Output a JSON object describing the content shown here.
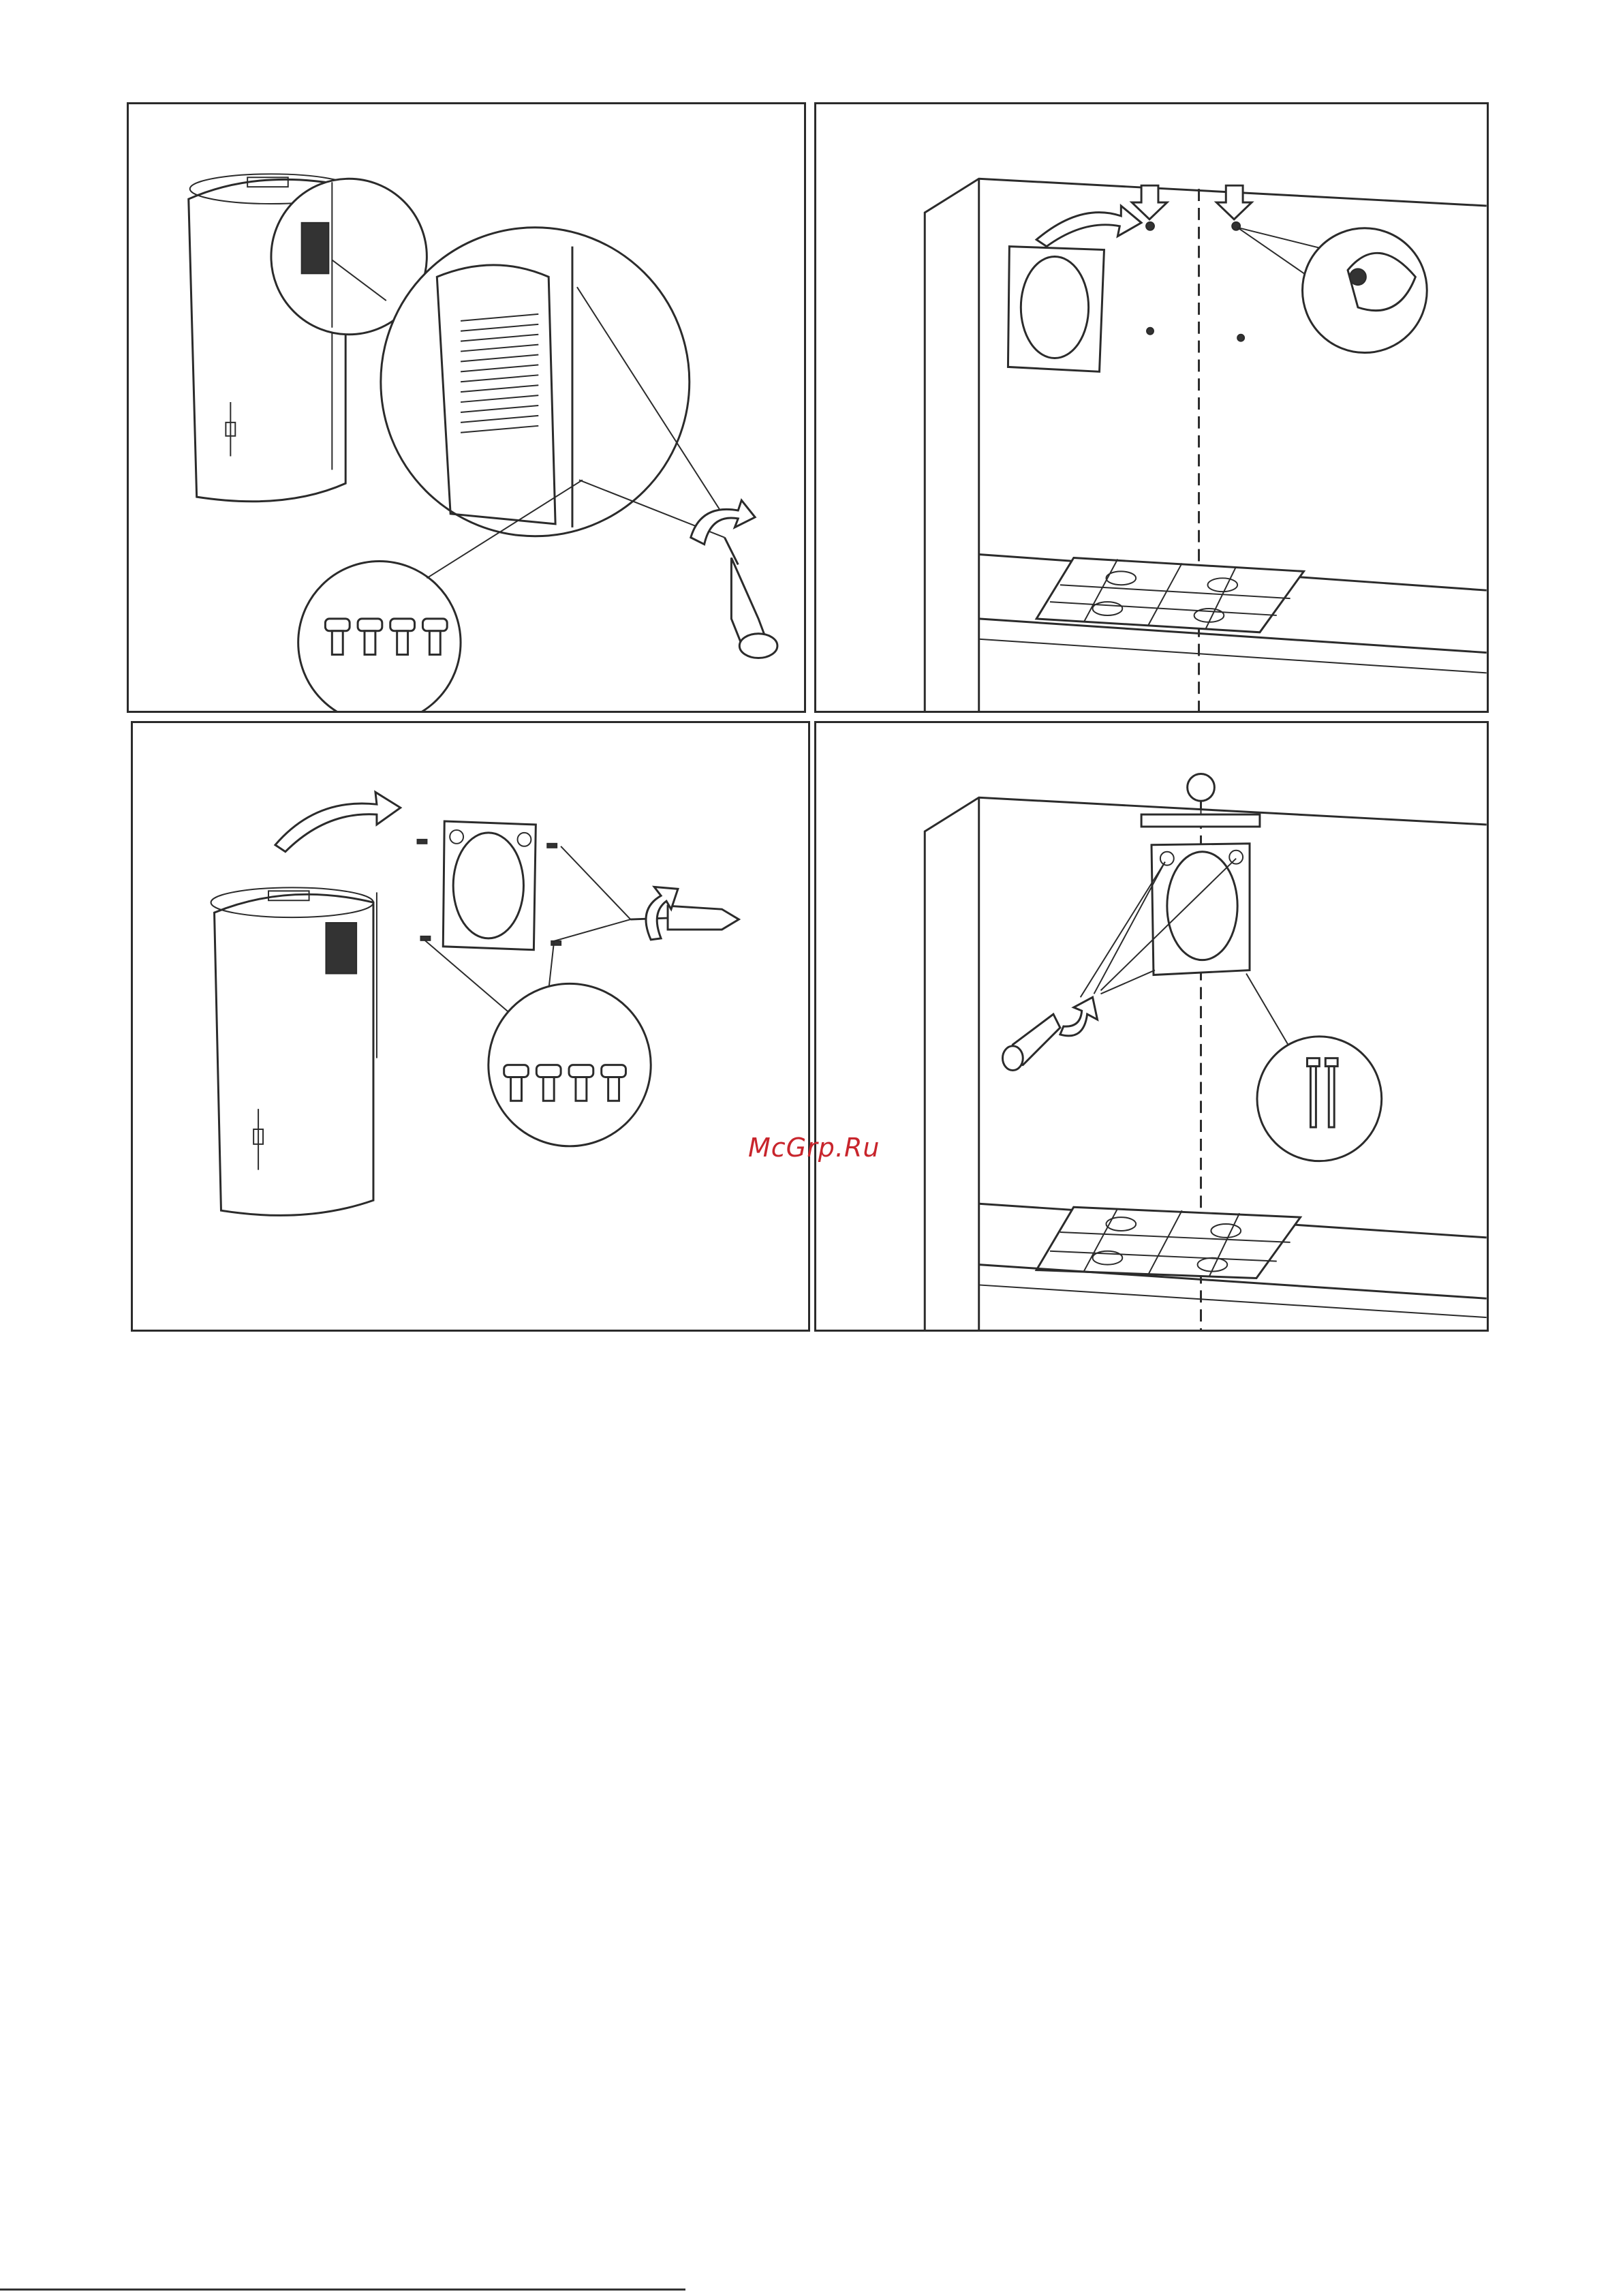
{
  "document": {
    "watermark": "McGrp.Ru",
    "colors": {
      "line": "#2b2b2b",
      "watermark": "#c8252c",
      "background": "#ffffff"
    },
    "panels": [
      {
        "id": "step-remove-screws",
        "icons": [
          "cylindrical-hood",
          "vent-detail-magnifier",
          "screws-magnifier",
          "screwdriver",
          "rotate-arrow"
        ]
      },
      {
        "id": "step-mark-wall",
        "icons": [
          "wall-corner",
          "mounting-plate",
          "down-arrows",
          "plug-magnifier",
          "hob"
        ]
      },
      {
        "id": "step-attach-plate",
        "icons": [
          "cylindrical-hood",
          "mounting-plate",
          "screwdriver",
          "screws-magnifier",
          "curved-arrow"
        ]
      },
      {
        "id": "step-fix-plate-to-wall",
        "icons": [
          "spirit-level",
          "mounting-plate",
          "screwdriver",
          "bolts-magnifier",
          "hob"
        ]
      }
    ]
  }
}
